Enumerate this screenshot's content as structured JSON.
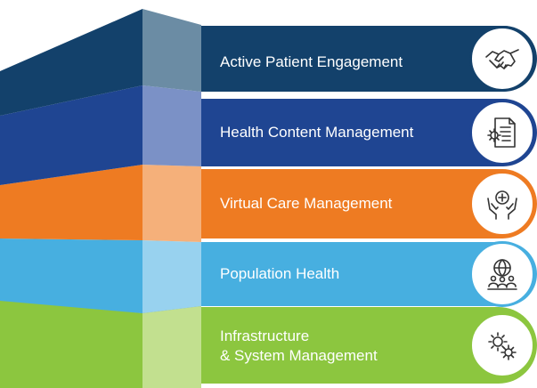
{
  "layers": [
    {
      "label": "Active Patient Engagement",
      "icon": "handshake-icon",
      "color": "#13416b",
      "side_color": "#6b8ca4"
    },
    {
      "label": "Health Content Management",
      "icon": "document-gear-icon",
      "color": "#1f4592",
      "side_color": "#7b91c6"
    },
    {
      "label": "Virtual Care Management",
      "icon": "hands-medical-cross-icon",
      "color": "#ee7b22",
      "side_color": "#f5b07a"
    },
    {
      "label": "Population Health",
      "icon": "globe-people-icon",
      "color": "#47afe0",
      "side_color": "#98d2ef"
    },
    {
      "label": "Infrastructure\n& System Management",
      "icon": "gears-icon",
      "color": "#8cc63f",
      "side_color": "#c2e08f"
    }
  ]
}
